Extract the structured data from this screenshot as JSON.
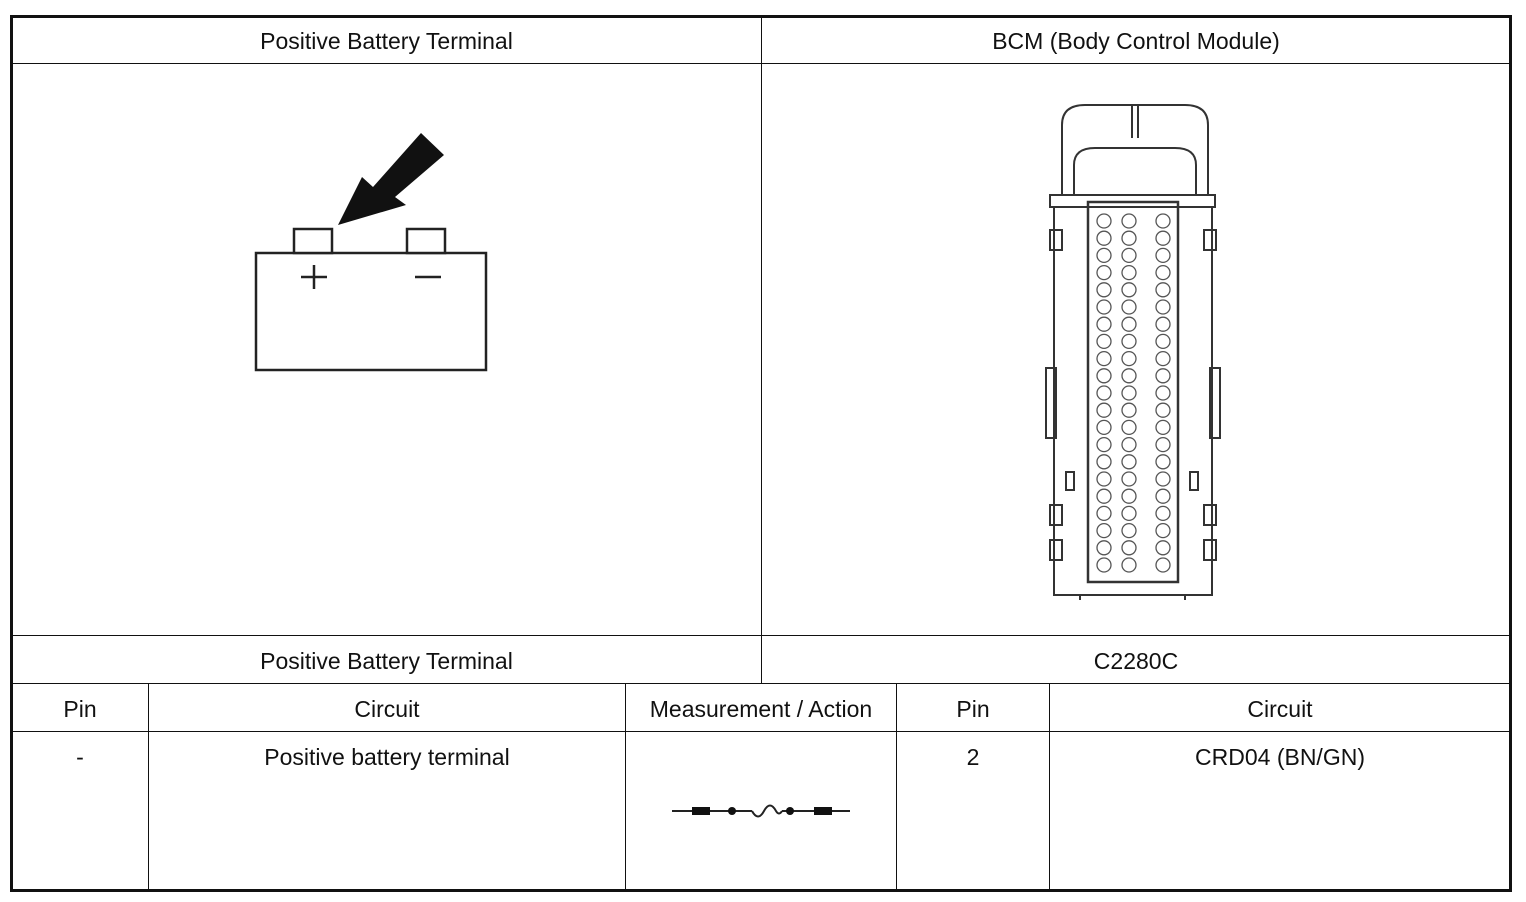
{
  "header": {
    "left_title": "Positive Battery Terminal",
    "right_title": "BCM (Body Control Module)"
  },
  "connector_row": {
    "left_label": "Positive Battery Terminal",
    "right_label": "C2280C"
  },
  "columns": {
    "pin_left": "Pin",
    "circuit_left": "Circuit",
    "measurement": "Measurement / Action",
    "pin_right": "Pin",
    "circuit_right": "Circuit"
  },
  "rows": [
    {
      "pin_left": "-",
      "circuit_left": "Positive battery terminal",
      "pin_right": "2",
      "circuit_right": "CRD04 (BN/GN)"
    }
  ],
  "icons": {
    "battery": "battery-icon",
    "arrow": "pointer-arrow-icon",
    "connector": "connector-c2280c-icon",
    "fuse": "fused-jumper-icon"
  }
}
